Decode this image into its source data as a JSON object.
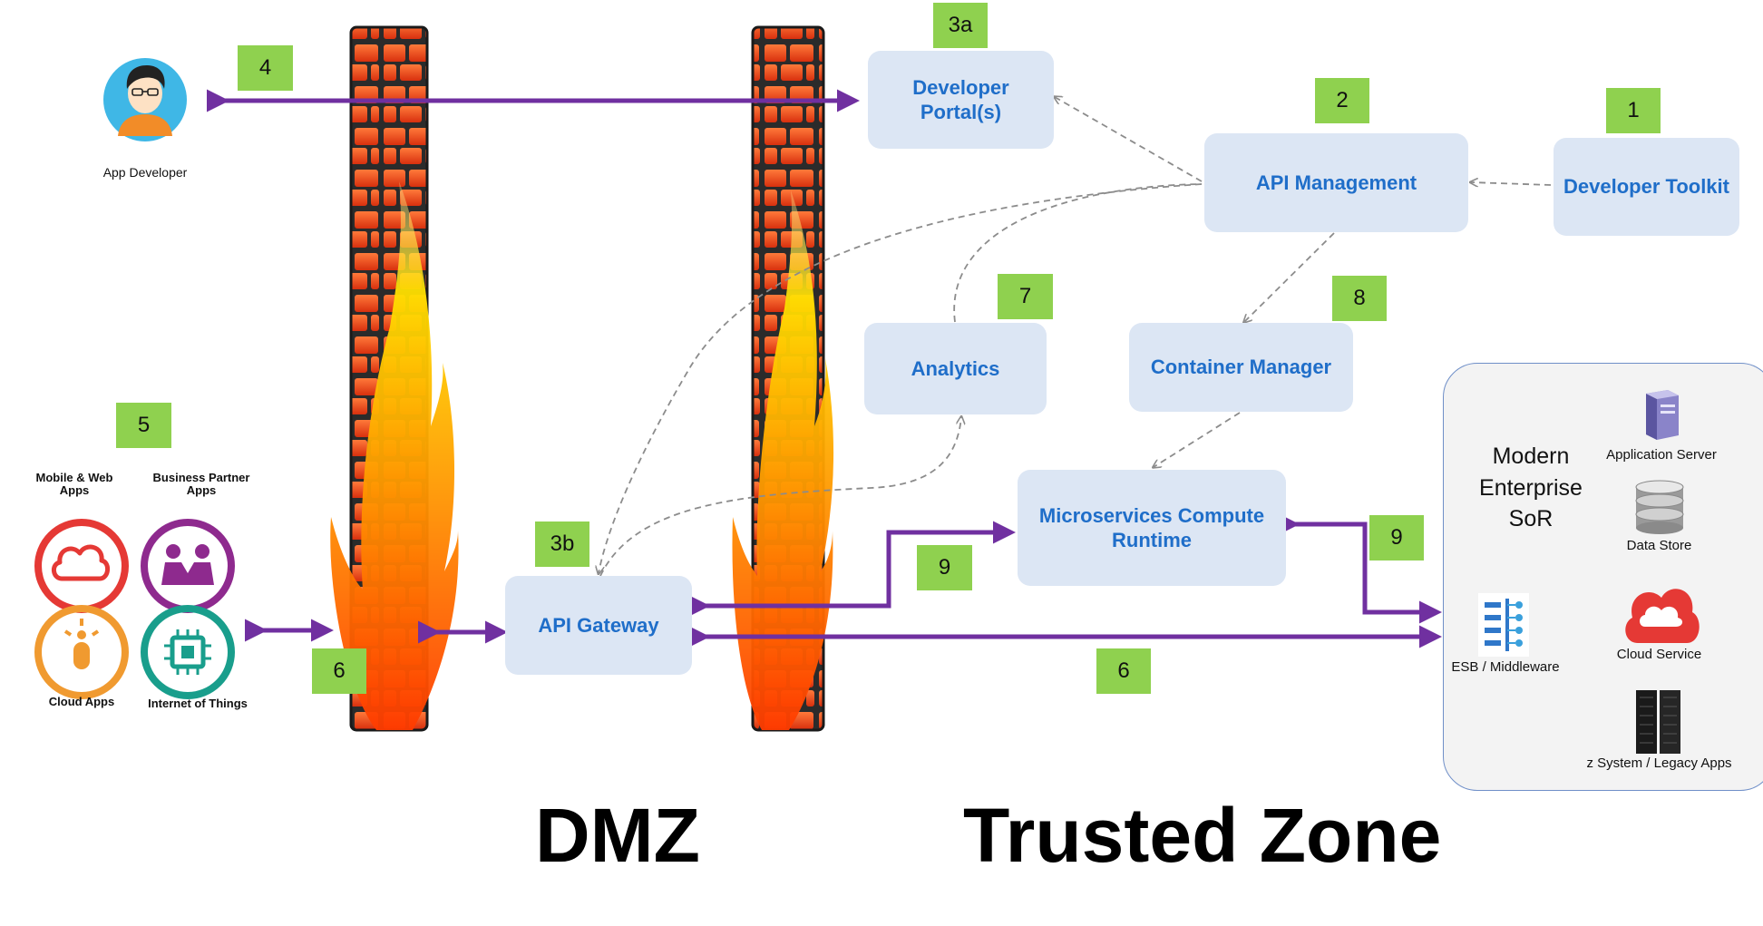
{
  "app_developer": {
    "label": "App Developer"
  },
  "nodes": {
    "developer_portal": "Developer Portal(s)",
    "api_management": "API Management",
    "developer_toolkit": "Developer Toolkit",
    "analytics": "Analytics",
    "container_manager": "Container Manager",
    "microservices": "Microservices Compute Runtime",
    "api_gateway": "API Gateway"
  },
  "badges": {
    "b1": "1",
    "b2": "2",
    "b3a": "3a",
    "b3b": "3b",
    "b4": "4",
    "b5": "5",
    "b6_left": "6",
    "b6_right": "6",
    "b7": "7",
    "b8": "8",
    "b9_left": "9",
    "b9_right": "9"
  },
  "clients": {
    "mobile_web": "Mobile & Web Apps",
    "business_partner": "Business  Partner Apps",
    "cloud_apps": "Cloud Apps",
    "iot": "Internet of Things"
  },
  "sor": {
    "title_line1": "Modern",
    "title_line2": "Enterprise",
    "title_line3": "SoR",
    "application_server": "Application Server",
    "data_store": "Data Store",
    "esb": "ESB / Middleware",
    "cloud_service": "Cloud Service",
    "z_system": "z System / Legacy Apps"
  },
  "zones": {
    "dmz": "DMZ",
    "trusted": "Trusted Zone"
  },
  "colors": {
    "node_fill": "#dce6f4",
    "node_text": "#1f6ec9",
    "badge_green": "#8fd14f",
    "arrow_purple": "#7030a0",
    "dashed_gray": "#8c8c8c",
    "brick_red": "#e8401c"
  }
}
